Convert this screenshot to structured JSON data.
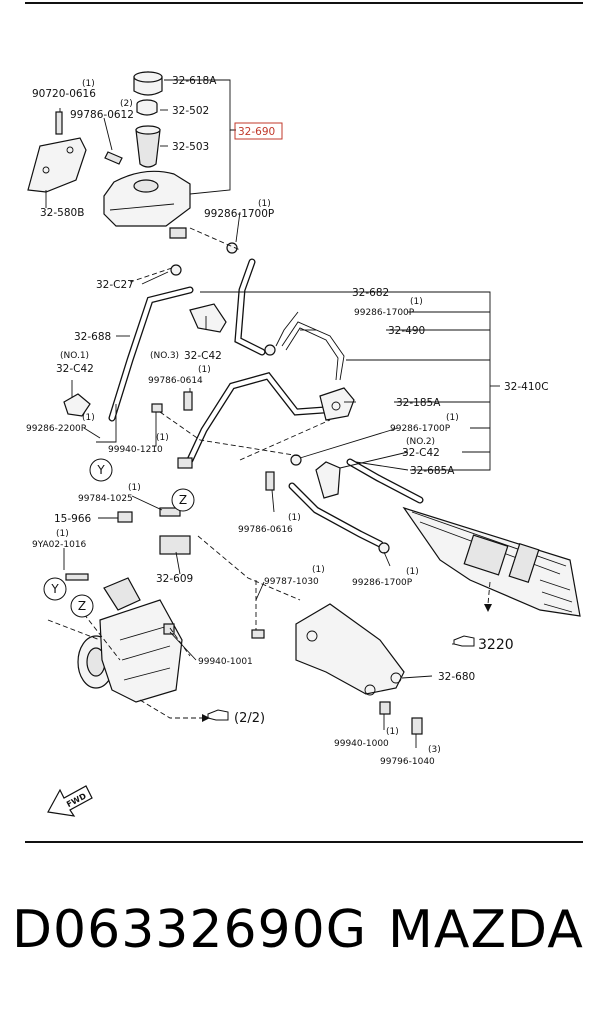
{
  "labels": {
    "l_90720": "90720-0616",
    "l_32618A": "32-618A",
    "l_32502": "32-502",
    "l_99786_0612": "99786-0612",
    "l_32690": "32-690",
    "l_32503": "32-503",
    "l_32580B": "32-580B",
    "l_99286_top": "99286-1700P",
    "l_32C27": "32-C27",
    "l_32682": "32-682",
    "l_99286_mid": "99286-1700P",
    "l_32688": "32-688",
    "l_32490": "32-490",
    "l_32C42_no3": "32-C42",
    "l_no3": "(NO.3)",
    "l_no1": "(NO.1)",
    "l_32C42_no1": "32-C42",
    "l_99786_0614": "99786-0614",
    "l_32410C": "32-410C",
    "l_32185A": "32-185A",
    "l_99286_2200P": "99286-2200P",
    "l_99940_1210": "99940-1210",
    "l_99286_r2": "99286-1700P",
    "l_no2": "(NO.2)",
    "l_32C42_no2": "32-C42",
    "l_32685A": "32-685A",
    "l_99784": "99784-1025",
    "l_15966": "15-966",
    "l_99786_0616": "99786-0616",
    "l_9YA02": "9YA02-1016",
    "l_99286_bot": "99286-1700P",
    "l_32609": "32-609",
    "l_99787": "99787-1030",
    "l_3220": "3220",
    "l_99940_1001": "99940-1001",
    "l_32680": "32-680",
    "l_22": "(2/2)",
    "l_99940_1000": "99940-1000",
    "l_99796": "99796-1040"
  },
  "quantities": {
    "q_90720": "(1)",
    "q_99786_0612": "(2)",
    "q_99286_top": "(1)",
    "q_99286_mid": "(1)",
    "q_99786_0614": "(1)",
    "q_99286_2200P": "(1)",
    "q_99940_1210": "(1)",
    "q_99286_r2": "(1)",
    "q_99784": "(1)",
    "q_9YA02": "(1)",
    "q_99786_0616": "(1)",
    "q_99286_bot": "(1)",
    "q_99787": "(1)",
    "q_99940_1000": "(1)",
    "q_99796": "(3)"
  },
  "callouts": {
    "y1": "Y",
    "z1": "Z",
    "y2": "Y",
    "z2": "Z",
    "fwd": "FWD"
  },
  "footer": {
    "part_number": "D06332690G",
    "brand": "MAZDA"
  },
  "colors": {
    "highlight": "#c0392b",
    "ink": "#111111"
  }
}
